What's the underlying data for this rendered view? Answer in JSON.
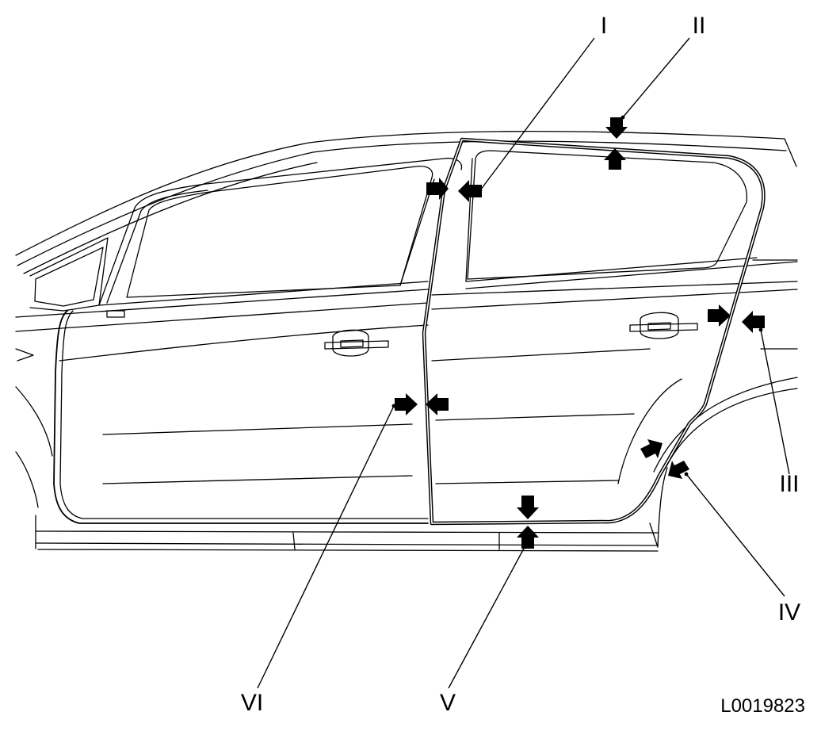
{
  "callouts": [
    {
      "id": "I",
      "label": "I"
    },
    {
      "id": "II",
      "label": "II"
    },
    {
      "id": "III",
      "label": "III"
    },
    {
      "id": "IV",
      "label": "IV"
    },
    {
      "id": "V",
      "label": "V"
    },
    {
      "id": "VI",
      "label": "VI"
    }
  ],
  "reference_code": "L0019823",
  "colors": {
    "line": "#000000",
    "background": "#ffffff"
  }
}
